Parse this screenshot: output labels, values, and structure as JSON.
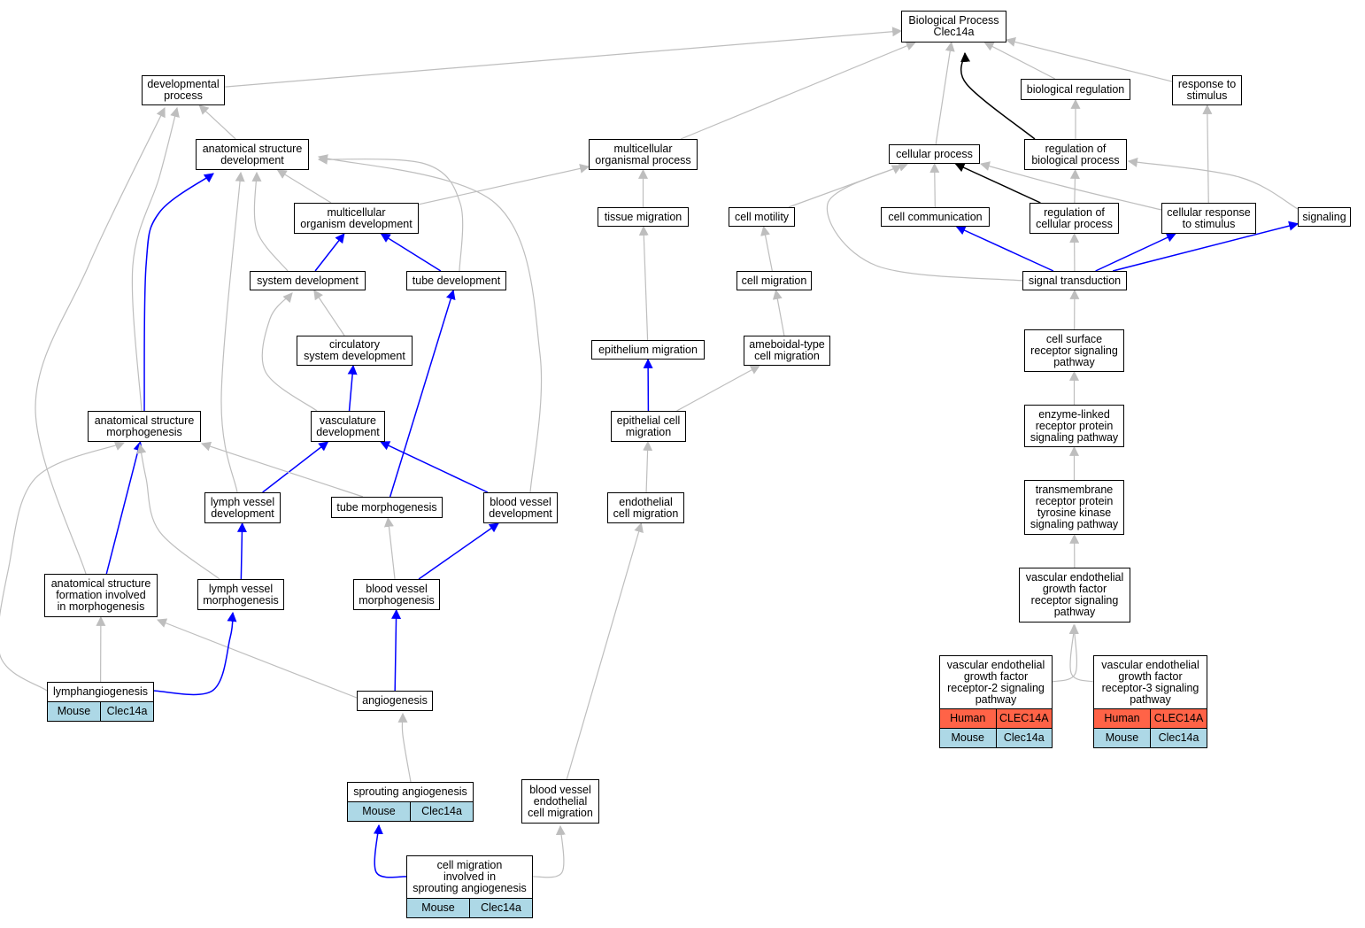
{
  "colors": {
    "gray_edge": "#bebebe",
    "blue_edge": "#0000ff",
    "black_edge": "#000000",
    "human_fill": "#ff6347",
    "mouse_fill": "#add8e6"
  },
  "nodes": {
    "bp": {
      "label": "Biological Process\nClec14a"
    },
    "dev": {
      "label": "developmental\nprocess"
    },
    "asd": {
      "label": "anatomical structure\ndevelopment"
    },
    "mop": {
      "label": "multicellular\norganismal process"
    },
    "cp": {
      "label": "cellular process"
    },
    "breg": {
      "label": "biological regulation"
    },
    "rts": {
      "label": "response to\nstimulus"
    },
    "rbp": {
      "label": "regulation of\nbiological process"
    },
    "mod": {
      "label": "multicellular\norganism development"
    },
    "tmig": {
      "label": "tissue migration"
    },
    "cmot": {
      "label": "cell motility"
    },
    "ccom": {
      "label": "cell communication"
    },
    "rcp": {
      "label": "regulation of\ncellular process"
    },
    "crs": {
      "label": "cellular response\nto stimulus"
    },
    "sig": {
      "label": "signaling"
    },
    "sysd": {
      "label": "system development"
    },
    "tubd": {
      "label": "tube development"
    },
    "cmig": {
      "label": "cell migration"
    },
    "st": {
      "label": "signal transduction"
    },
    "csd": {
      "label": "circulatory\nsystem development"
    },
    "emig": {
      "label": "epithelium migration"
    },
    "ame": {
      "label": "ameboidal-type\ncell migration"
    },
    "csr": {
      "label": "cell surface\nreceptor signaling\npathway"
    },
    "asm": {
      "label": "anatomical structure\nmorphogenesis"
    },
    "vasd": {
      "label": "vasculature\ndevelopment"
    },
    "ecm": {
      "label": "epithelial cell\nmigration"
    },
    "elr": {
      "label": "enzyme-linked\nreceptor protein\nsignaling pathway"
    },
    "lvd": {
      "label": "lymph vessel\ndevelopment"
    },
    "tmorph": {
      "label": "tube morphogenesis"
    },
    "bvd": {
      "label": "blood vessel\ndevelopment"
    },
    "endo": {
      "label": "endothelial\ncell migration"
    },
    "tmrtk": {
      "label": "transmembrane\nreceptor protein\ntyrosine kinase\nsignaling pathway"
    },
    "asf": {
      "label": "anatomical structure\nformation involved\nin morphogenesis"
    },
    "lvm": {
      "label": "lymph vessel\nmorphogenesis"
    },
    "bvm": {
      "label": "blood vessel\nmorphogenesis"
    },
    "vegf": {
      "label": "vascular endothelial\ngrowth factor\nreceptor signaling\npathway"
    },
    "lymph": {
      "label": "lymphangiogenesis",
      "annotations": [
        [
          "Mouse",
          "Clec14a"
        ]
      ]
    },
    "angio": {
      "label": "angiogenesis"
    },
    "vegfr2": {
      "label": "vascular endothelial\ngrowth factor\nreceptor-2 signaling\npathway",
      "annotations": [
        [
          "Human",
          "CLEC14A"
        ],
        [
          "Mouse",
          "Clec14a"
        ]
      ]
    },
    "vegfr3": {
      "label": "vascular endothelial\ngrowth factor\nreceptor-3 signaling\npathway",
      "annotations": [
        [
          "Human",
          "CLEC14A"
        ],
        [
          "Mouse",
          "Clec14a"
        ]
      ]
    },
    "sprout": {
      "label": "sprouting angiogenesis",
      "annotations": [
        [
          "Mouse",
          "Clec14a"
        ]
      ]
    },
    "bvecm": {
      "label": "blood vessel\nendothelial\ncell migration"
    },
    "cmisa": {
      "label": "cell migration\ninvolved in\nsprouting angiogenesis",
      "annotations": [
        [
          "Mouse",
          "Clec14a"
        ]
      ]
    }
  },
  "edges": [
    {
      "from": "dev",
      "to": "bp",
      "type": "gray"
    },
    {
      "from": "mop",
      "to": "bp",
      "type": "gray"
    },
    {
      "from": "cp",
      "to": "bp",
      "type": "gray"
    },
    {
      "from": "breg",
      "to": "bp",
      "type": "gray"
    },
    {
      "from": "rts",
      "to": "bp",
      "type": "gray"
    },
    {
      "from": "rbp",
      "to": "bp",
      "type": "black"
    },
    {
      "from": "asd",
      "to": "dev",
      "type": "gray"
    },
    {
      "from": "asm",
      "to": "dev",
      "type": "gray"
    },
    {
      "from": "asf",
      "to": "dev",
      "type": "gray"
    },
    {
      "from": "mod",
      "to": "asd",
      "type": "gray"
    },
    {
      "from": "sysd",
      "to": "asd",
      "type": "gray"
    },
    {
      "from": "tubd",
      "to": "asd",
      "type": "gray"
    },
    {
      "from": "bvd",
      "to": "asd",
      "type": "gray"
    },
    {
      "from": "lvd",
      "to": "asd",
      "type": "gray"
    },
    {
      "from": "asm",
      "to": "asd",
      "type": "blue"
    },
    {
      "from": "mod",
      "to": "mop",
      "type": "gray"
    },
    {
      "from": "tmig",
      "to": "mop",
      "type": "gray"
    },
    {
      "from": "rbp",
      "to": "breg",
      "type": "gray"
    },
    {
      "from": "crs",
      "to": "rts",
      "type": "gray"
    },
    {
      "from": "ccom",
      "to": "cp",
      "type": "gray"
    },
    {
      "from": "cmot",
      "to": "cp",
      "type": "gray"
    },
    {
      "from": "rcp",
      "to": "cp",
      "type": "black"
    },
    {
      "from": "crs",
      "to": "cp",
      "type": "gray"
    },
    {
      "from": "st",
      "to": "cp",
      "type": "gray"
    },
    {
      "from": "rcp",
      "to": "rbp",
      "type": "gray"
    },
    {
      "from": "sig",
      "to": "rbp",
      "type": "gray"
    },
    {
      "from": "sysd",
      "to": "mod",
      "type": "blue"
    },
    {
      "from": "tubd",
      "to": "mod",
      "type": "blue"
    },
    {
      "from": "emig",
      "to": "tmig",
      "type": "gray"
    },
    {
      "from": "cmig",
      "to": "cmot",
      "type": "gray"
    },
    {
      "from": "st",
      "to": "ccom",
      "type": "blue"
    },
    {
      "from": "st",
      "to": "rcp",
      "type": "gray"
    },
    {
      "from": "st",
      "to": "crs",
      "type": "blue"
    },
    {
      "from": "st",
      "to": "sig",
      "type": "blue"
    },
    {
      "from": "csd",
      "to": "sysd",
      "type": "gray"
    },
    {
      "from": "vasd",
      "to": "sysd",
      "type": "gray"
    },
    {
      "from": "tmorph",
      "to": "tubd",
      "type": "blue"
    },
    {
      "from": "ame",
      "to": "cmig",
      "type": "gray"
    },
    {
      "from": "csr",
      "to": "st",
      "type": "gray"
    },
    {
      "from": "vasd",
      "to": "csd",
      "type": "blue"
    },
    {
      "from": "ecm",
      "to": "emig",
      "type": "blue"
    },
    {
      "from": "ecm",
      "to": "ame",
      "type": "gray"
    },
    {
      "from": "elr",
      "to": "csr",
      "type": "gray"
    },
    {
      "from": "lvd",
      "to": "vasd",
      "type": "blue"
    },
    {
      "from": "bvd",
      "to": "vasd",
      "type": "blue"
    },
    {
      "from": "endo",
      "to": "ecm",
      "type": "gray"
    },
    {
      "from": "tmrtk",
      "to": "elr",
      "type": "gray"
    },
    {
      "from": "tmorph",
      "to": "asm",
      "type": "gray"
    },
    {
      "from": "asf",
      "to": "asm",
      "type": "blue"
    },
    {
      "from": "lvm",
      "to": "asm",
      "type": "gray"
    },
    {
      "from": "lymph",
      "to": "asm",
      "type": "gray"
    },
    {
      "from": "lvm",
      "to": "lvd",
      "type": "blue"
    },
    {
      "from": "bvm",
      "to": "tmorph",
      "type": "gray"
    },
    {
      "from": "bvm",
      "to": "bvd",
      "type": "blue"
    },
    {
      "from": "bvecm",
      "to": "endo",
      "type": "gray"
    },
    {
      "from": "vegf",
      "to": "tmrtk",
      "type": "gray"
    },
    {
      "from": "lymph",
      "to": "asf",
      "type": "gray"
    },
    {
      "from": "angio",
      "to": "asf",
      "type": "gray"
    },
    {
      "from": "lymph",
      "to": "lvm",
      "type": "blue"
    },
    {
      "from": "angio",
      "to": "bvm",
      "type": "blue"
    },
    {
      "from": "vegfr2",
      "to": "vegf",
      "type": "gray"
    },
    {
      "from": "vegfr3",
      "to": "vegf",
      "type": "gray"
    },
    {
      "from": "sprout",
      "to": "angio",
      "type": "gray"
    },
    {
      "from": "cmisa",
      "to": "sprout",
      "type": "blue"
    },
    {
      "from": "cmisa",
      "to": "bvecm",
      "type": "gray"
    }
  ]
}
